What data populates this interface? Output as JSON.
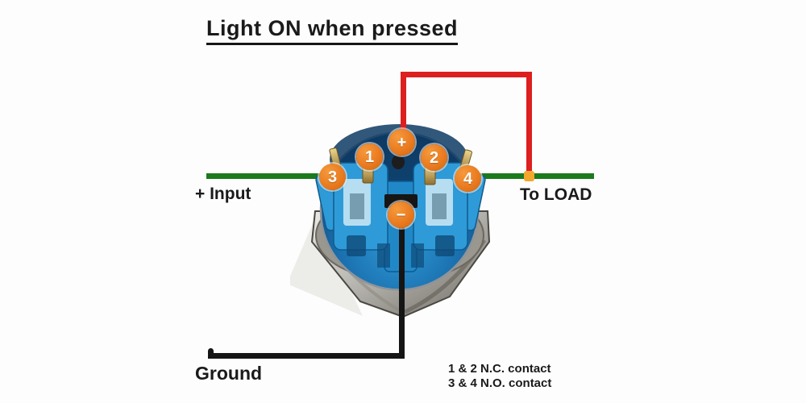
{
  "title": "Light ON when pressed",
  "wiring": {
    "input_label": "+ Input",
    "load_label": "To LOAD",
    "ground_label": "Ground"
  },
  "terminals": [
    {
      "id": "3",
      "label": "3"
    },
    {
      "id": "1",
      "label": "1"
    },
    {
      "id": "plus",
      "label": "+"
    },
    {
      "id": "2",
      "label": "2"
    },
    {
      "id": "4",
      "label": "4"
    },
    {
      "id": "minus",
      "label": "−"
    }
  ],
  "notes": {
    "line1": "1 & 2 N.C. contact",
    "line2": "3 & 4 N.O. contact"
  },
  "colors": {
    "wire_red": "#dd1f1f",
    "wire_green": "#1b7a1b",
    "wire_black": "#151515",
    "terminal_orange": "#e8771c",
    "junction_orange": "#f2a72e",
    "switch_blue": "#1c7ab8",
    "text_color": "#1a1a1a"
  }
}
